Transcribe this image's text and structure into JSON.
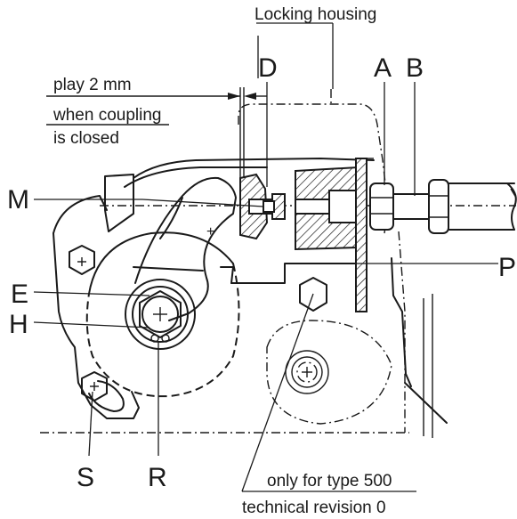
{
  "labels": {
    "housing": "Locking housing",
    "play_line1": "play 2 mm",
    "play_line2": "when coupling",
    "play_line3": "is closed",
    "D": "D",
    "A": "A",
    "B": "B",
    "M": "M",
    "P": "P",
    "E": "E",
    "H": "H",
    "S": "S",
    "R": "R",
    "note_line1": "only for type 500",
    "note_line2": "technical revision 0"
  }
}
